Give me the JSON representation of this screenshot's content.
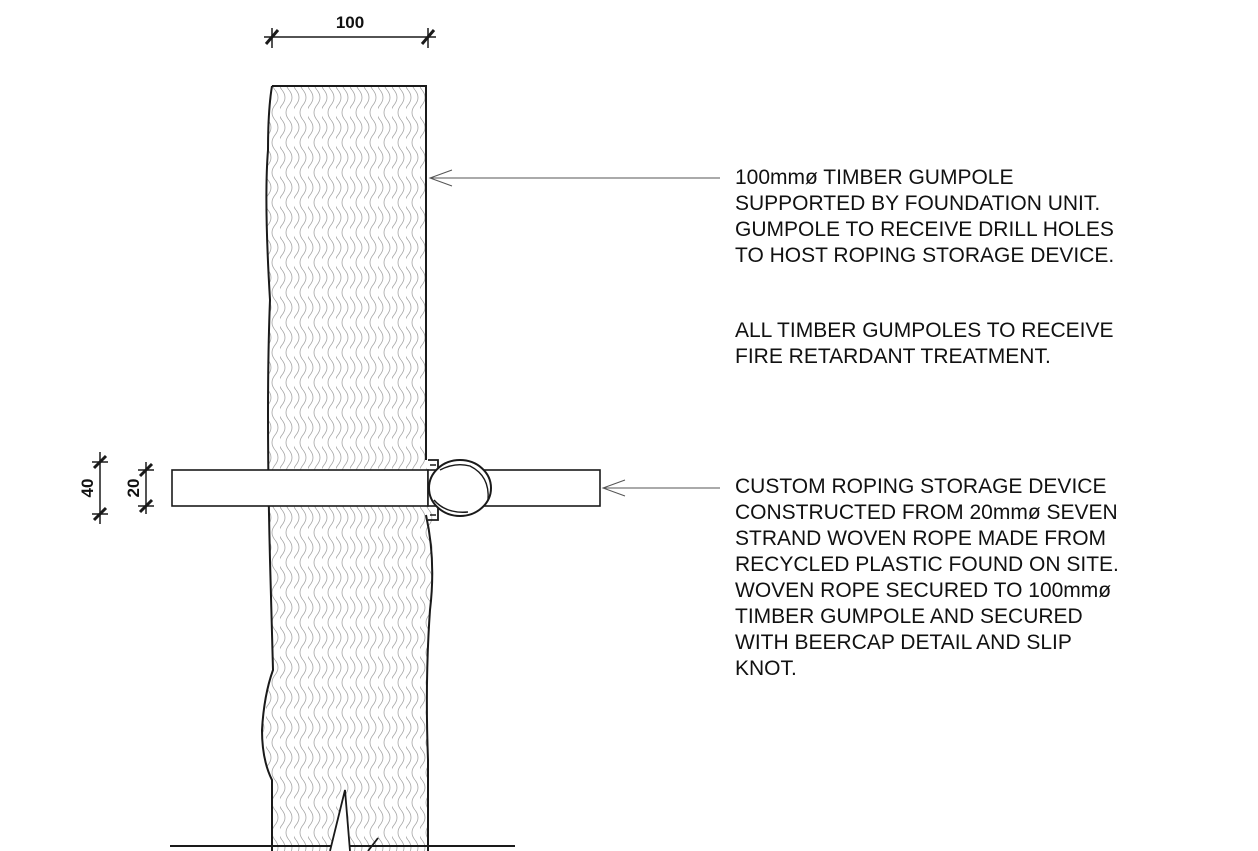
{
  "dimensions": {
    "pole_width": "100",
    "rope_outer": "40",
    "rope_inner": "20"
  },
  "notes": {
    "pole_description": [
      "100mmø TIMBER GUMPOLE",
      "SUPPORTED BY FOUNDATION UNIT.",
      "GUMPOLE TO RECEIVE DRILL HOLES",
      "TO HOST ROPING STORAGE DEVICE."
    ],
    "pole_treatment": [
      "ALL TIMBER GUMPOLES TO RECEIVE",
      "FIRE RETARDANT TREATMENT."
    ],
    "rope_description": [
      "CUSTOM ROPING STORAGE DEVICE",
      "CONSTRUCTED FROM 20mmø SEVEN",
      "STRAND WOVEN ROPE MADE FROM",
      "RECYCLED PLASTIC FOUND ON SITE.",
      "WOVEN ROPE SECURED TO 100mmø",
      "TIMBER GUMPOLE AND SECURED",
      "WITH BEERCAP DETAIL AND SLIP",
      "KNOT."
    ]
  },
  "colors": {
    "line": "#1a1a1a",
    "hatch": "#9a9a9a",
    "leader": "#555555"
  }
}
